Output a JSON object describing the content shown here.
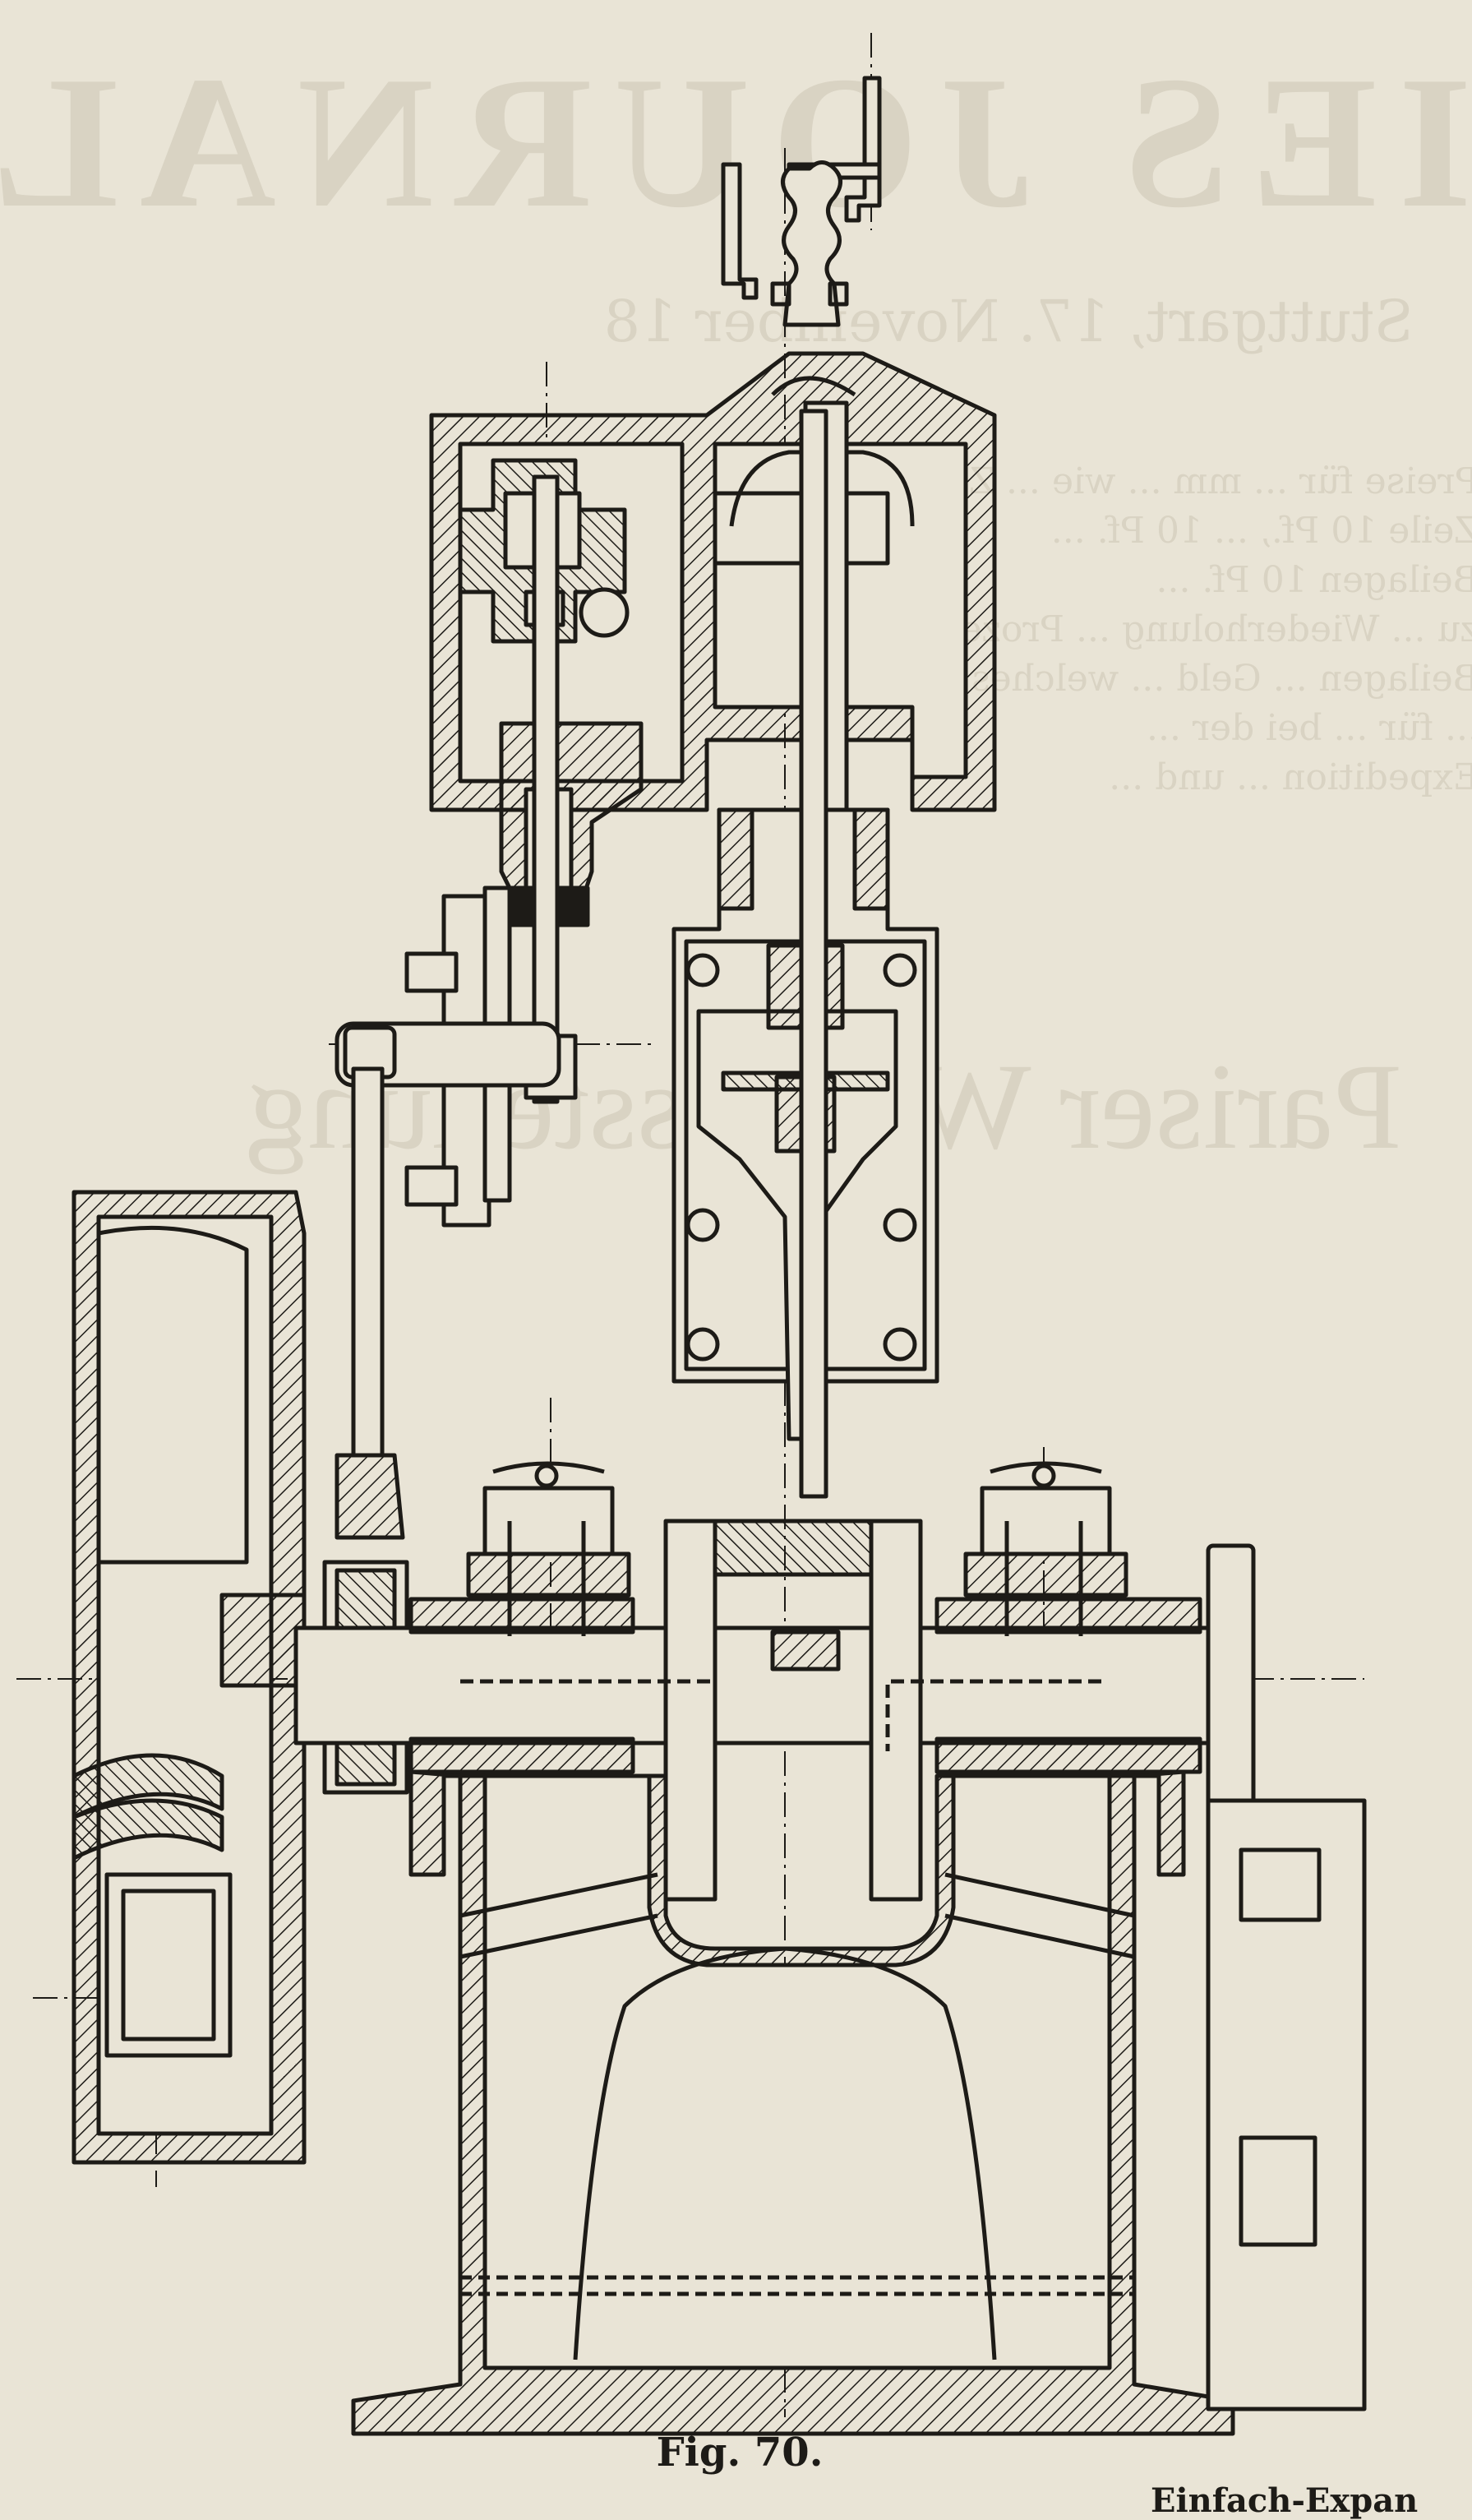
{
  "figure": {
    "caption": "Fig. 70.",
    "footer_text": "Einfach-Expan",
    "subject": "steam engine sectional drawing"
  },
  "show_through": {
    "title": "IES JOURNAL",
    "dateline": "Stuttgart, 17. November 18",
    "lines": [
      "Preise für ... mm ... wie ... Zeile ...",
      "Zeile 10 Pf., ... 10 Pf. ... ",
      "Beilagen 10 Pf. ... ",
      "zu ... Wiederholung ... Prozent ...",
      "Beilagen ... Geld ... welches",
      "... für ... bei der ...",
      "Expedition ... und ..."
    ],
    "subtitle": "Pariser Weltausstellung"
  },
  "colors": {
    "paper": "#e9e4d6",
    "ink": "#1d1b17",
    "show_through": "#d9d3c3"
  }
}
